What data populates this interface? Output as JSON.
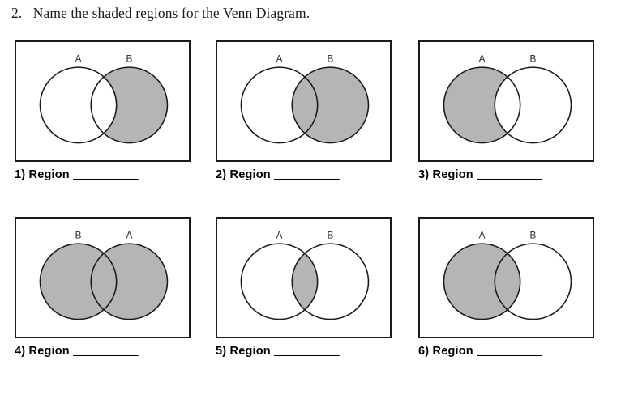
{
  "question": {
    "number": "2.",
    "text": "Name the shaded regions for the Venn Diagram.",
    "full": "2.   Name the shaded regions for the Venn Diagram."
  },
  "colors": {
    "shade_fill": "#b5b5b5",
    "stroke": "#1a1a1a",
    "background": "#ffffff",
    "text": "#000000"
  },
  "answer_blank": "__________",
  "diagrams": [
    {
      "id": 1,
      "left_label": "A",
      "right_label": "B",
      "shaded": "right-only",
      "shaded_description": "circle B excluding intersection",
      "answer_label": "1) Region ",
      "blank": "__________"
    },
    {
      "id": 2,
      "left_label": "A",
      "right_label": "B",
      "shaded": "right-full",
      "shaded_description": "entire circle B including intersection",
      "answer_label": "2) Region ",
      "blank": "__________"
    },
    {
      "id": 3,
      "left_label": "A",
      "right_label": "B",
      "shaded": "left-only",
      "shaded_description": "circle A excluding intersection",
      "answer_label": "3) Region ",
      "blank": "__________"
    },
    {
      "id": 4,
      "left_label": "B",
      "right_label": "A",
      "shaded": "both-full",
      "shaded_description": "both circles fully shaded (union)",
      "answer_label": "4) Region ",
      "blank": "__________"
    },
    {
      "id": 5,
      "left_label": "A",
      "right_label": "B",
      "shaded": "intersection-only",
      "shaded_description": "only the overlapping lens region",
      "answer_label": "5) Region ",
      "blank": "__________"
    },
    {
      "id": 6,
      "left_label": "A",
      "right_label": "B",
      "shaded": "left-full",
      "shaded_description": "entire circle A including intersection",
      "answer_label": "6) Region ",
      "blank": "__________"
    }
  ]
}
